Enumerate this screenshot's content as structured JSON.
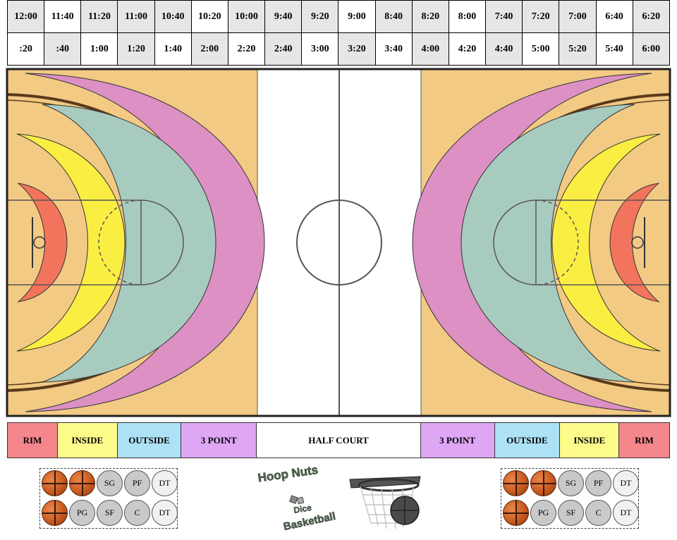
{
  "clock": {
    "top_row": [
      "12:00",
      "11:40",
      "11:20",
      "11:00",
      "10:40",
      "10:20",
      "10:00",
      "9:40",
      "9:20",
      "9:00",
      "8:40",
      "8:20",
      "8:00",
      "7:40",
      "7:20",
      "7:00",
      "6:40",
      "6:20"
    ],
    "bottom_row": [
      ":20",
      ":40",
      "1:00",
      "1:20",
      "1:40",
      "2:00",
      "2:20",
      "2:40",
      "3:00",
      "3:20",
      "3:40",
      "4:00",
      "4:20",
      "4:40",
      "5:00",
      "5:20",
      "5:40",
      "6:00"
    ]
  },
  "zones": [
    {
      "label": "RIM",
      "color": "#f4868c"
    },
    {
      "label": "INSIDE",
      "color": "#fdfc8b"
    },
    {
      "label": "OUTSIDE",
      "color": "#ade1f5"
    },
    {
      "label": "3 POINT",
      "color": "#dea6f5"
    },
    {
      "label": "HALF COURT",
      "color": "#ffffff"
    },
    {
      "label": "3 POINT",
      "color": "#dea6f5"
    },
    {
      "label": "OUTSIDE",
      "color": "#ade1f5"
    },
    {
      "label": "INSIDE",
      "color": "#fdfc8b"
    },
    {
      "label": "RIM",
      "color": "#f4868c"
    }
  ],
  "players": {
    "left": {
      "row1": [
        "ball",
        "ball",
        "SG",
        "PF",
        "DT"
      ],
      "row2": [
        "ball",
        "PG",
        "SF",
        "C",
        "DT"
      ]
    },
    "right": {
      "row1": [
        "ball",
        "ball",
        "SG",
        "PF",
        "DT"
      ],
      "row2": [
        "ball",
        "PG",
        "SF",
        "C",
        "DT"
      ]
    }
  },
  "logo": {
    "line1": "Hoop Nuts",
    "line2": "Dice",
    "line3": "Basketball"
  },
  "colors": {
    "court_wood": "#f2ca84",
    "rim_zone": "#f3745c",
    "inside_zone": "#fbee43",
    "outside_zone": "#a8cbbf",
    "three_point_zone": "#dd90c3",
    "half_court": "#ffffff",
    "court_line": "#5a3a1a"
  }
}
